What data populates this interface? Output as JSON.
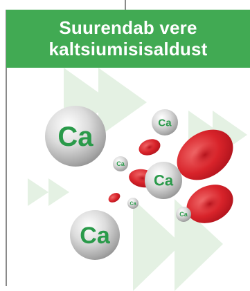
{
  "banner": {
    "line1": "Suurendab vere",
    "line2": "kaltsiumisisaldust",
    "background": "#41aa53",
    "text_color": "#ffffff"
  },
  "illustration": {
    "element_symbol": "Ca",
    "label_color": "#2a9a4a",
    "cell_color": "#d8232a",
    "arrow_color": "#e4f1e3"
  },
  "ions": [
    {
      "label": "Ca"
    },
    {
      "label": "Ca"
    },
    {
      "label": "Ca"
    },
    {
      "label": "Ca"
    },
    {
      "label": "Ca"
    },
    {
      "label": "Ca"
    },
    {
      "label": "Ca"
    }
  ]
}
